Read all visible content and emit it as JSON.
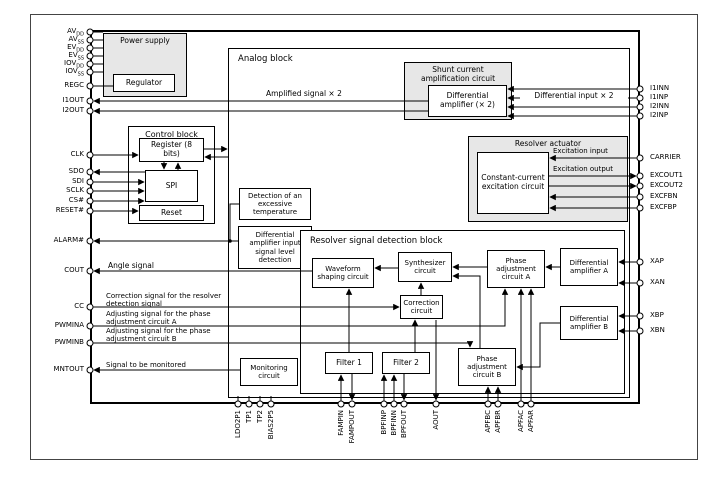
{
  "diagram": {
    "blocks": {
      "power_supply": "Power supply",
      "regulator": "Regulator",
      "analog_block": "Analog block",
      "shunt": "Shunt current amplification circuit",
      "diff_amp_x2": "Differential amplifier (× 2)",
      "control_block": "Control block",
      "register": "Register (8 bits)",
      "spi": "SPI",
      "reset": "Reset",
      "resolver_actuator": "Resolver actuator",
      "constant_current": "Constant-current excitation circuit",
      "temp_detection": "Detection of an excessive temperature",
      "level_detection": "Differential amplifier input signal level detection",
      "resolver_signal_detection": "Resolver signal detection block",
      "waveform_shaping": "Waveform shaping circuit",
      "synthesizer": "Synthesizer circuit",
      "correction": "Correction circuit",
      "phase_adj_a": "Phase adjustment circuit A",
      "diff_amp_a": "Differential amplifier A",
      "diff_amp_b": "Differential amplifier B",
      "phase_adj_b": "Phase adjustment circuit B",
      "filter1": "Filter 1",
      "filter2": "Filter 2",
      "monitoring": "Monitoring circuit"
    },
    "signals": {
      "amplified": "Amplified signal × 2",
      "diff_input": "Differential input × 2",
      "excitation_input": "Excitation input",
      "excitation_output": "Excitation output",
      "angle": "Angle signal",
      "correction": "Correction signal for the resolver detection signal",
      "adj_a": "Adjusting signal for the phase adjustment circuit A",
      "adj_b": "Adjusting signal for the phase adjustment circuit B",
      "monitored": "Signal to be monitored"
    },
    "pins": {
      "left": [
        {
          "base": "AV",
          "sub": "DD"
        },
        {
          "base": "AV",
          "sub": "SS"
        },
        {
          "base": "EV",
          "sub": "DD"
        },
        {
          "base": "EV",
          "sub": "SS"
        },
        {
          "base": "IOV",
          "sub": "DD"
        },
        {
          "base": "IOV",
          "sub": "SS"
        },
        {
          "base": "REGC",
          "sub": ""
        },
        {
          "base": "I1OUT",
          "sub": ""
        },
        {
          "base": "I2OUT",
          "sub": ""
        },
        {
          "base": "CLK",
          "sub": ""
        },
        {
          "base": "SDO",
          "sub": ""
        },
        {
          "base": "SDI",
          "sub": ""
        },
        {
          "base": "SCLK",
          "sub": ""
        },
        {
          "base": "CS#",
          "sub": ""
        },
        {
          "base": "RESET#",
          "sub": ""
        },
        {
          "base": "ALARM#",
          "sub": ""
        },
        {
          "base": "COUT",
          "sub": ""
        },
        {
          "base": "CC",
          "sub": ""
        },
        {
          "base": "PWMINA",
          "sub": ""
        },
        {
          "base": "PWMINB",
          "sub": ""
        },
        {
          "base": "MNTOUT",
          "sub": ""
        }
      ],
      "right": [
        "I1INN",
        "I1INP",
        "I2INN",
        "I2INP",
        "CARRIER",
        "EXCOUT1",
        "EXCOUT2",
        "EXCFBN",
        "EXCFBP",
        "XAP",
        "XAN",
        "XBP",
        "XBN"
      ],
      "bottom": [
        "LDO2P1",
        "TP1",
        "TP2",
        "BIAS2P5",
        "FAMPIN",
        "FAMPOUT",
        "BPFINP",
        "BPFINN",
        "BPFOUT",
        "AOUT",
        "APFBC",
        "APFBR",
        "APFAC",
        "APFAR"
      ]
    },
    "colors": {
      "block_fill_gray": "#e7e7e7",
      "line": "#000000",
      "background": "#ffffff"
    }
  }
}
